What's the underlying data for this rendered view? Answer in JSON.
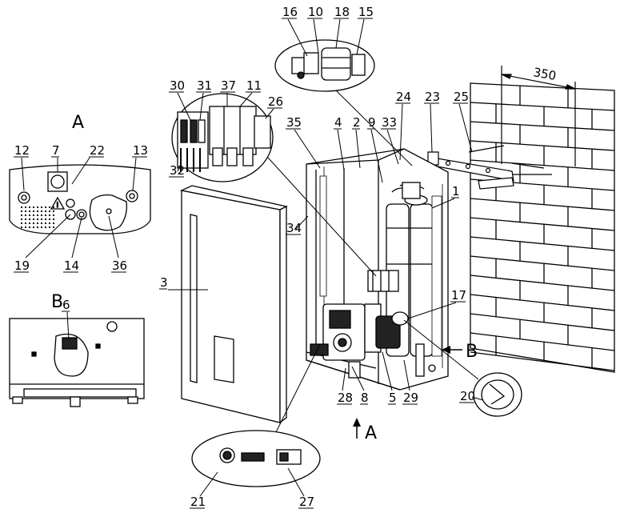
{
  "view_a_letter": "A",
  "view_b_letter": "B",
  "dimension": "350",
  "arrow_a_letter": "A",
  "arrow_b_letter": "B",
  "callouts": {
    "n1": "1",
    "n2": "2",
    "n3": "3",
    "n4": "4",
    "n5": "5",
    "n6": "6",
    "n7": "7",
    "n8": "8",
    "n9": "9",
    "n10": "10",
    "n11": "11",
    "n12": "12",
    "n13": "13",
    "n14": "14",
    "n15": "15",
    "n16": "16",
    "n17": "17",
    "n18": "18",
    "n19": "19",
    "n20": "20",
    "n21": "21",
    "n22": "22",
    "n23": "23",
    "n24": "24",
    "n25": "25",
    "n26": "26",
    "n27": "27",
    "n28": "28",
    "n29": "29",
    "n30": "30",
    "n31": "31",
    "n32": "32",
    "n33": "33",
    "n34": "34",
    "n35": "35",
    "n36": "36",
    "n37": "37"
  },
  "colors": {
    "line": "#000000",
    "brick": "#ffffff",
    "panel_fill": "#ffffff",
    "dark": "#1a1a1a"
  }
}
